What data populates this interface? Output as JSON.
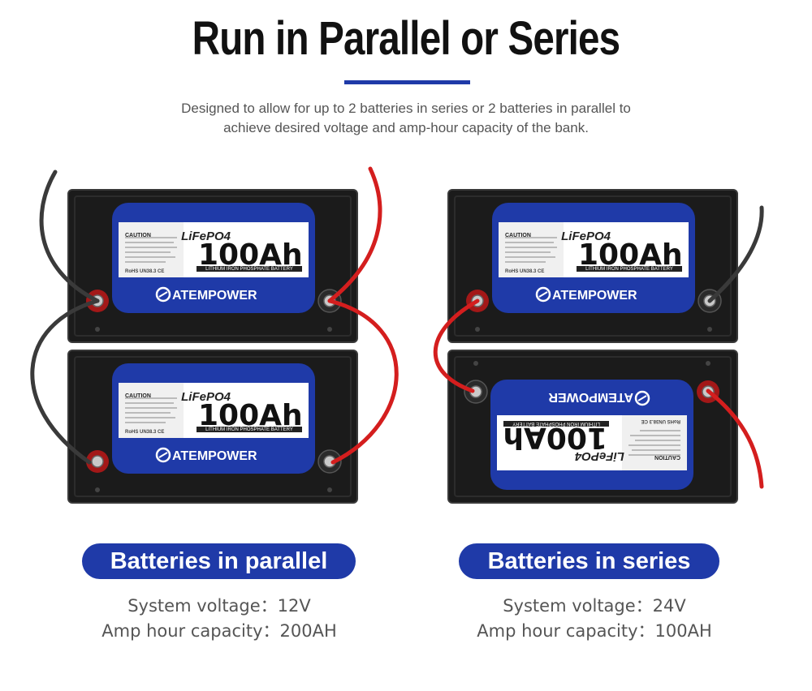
{
  "header": {
    "title": "Run in Parallel or Series",
    "subtitle_line1": "Designed to allow for up to 2 batteries in series or 2 batteries in parallel to",
    "subtitle_line2": "achieve desired voltage and amp-hour capacity of the bank."
  },
  "battery_label": {
    "caution": "CAUTION",
    "chemistry": "LiFePO4",
    "capacity": "100Ah",
    "chemistry_full": "LITHIUM IRON PHOSPHATE BATTERY",
    "brand": "ATEMPOWER",
    "cert": "RoHS UN38.3 CE"
  },
  "parallel": {
    "label": "Batteries in parallel",
    "voltage": "System voltage：12V",
    "capacity": "Amp hour capacity：200AH"
  },
  "series": {
    "label": "Batteries in series",
    "voltage": "System voltage：24V",
    "capacity": "Amp hour capacity：100AH"
  },
  "colors": {
    "accent": "#1f3aa8",
    "battery_case": "#1b1b1b",
    "red_cable": "#d41e1e",
    "black_cable": "#3a3a3a"
  }
}
